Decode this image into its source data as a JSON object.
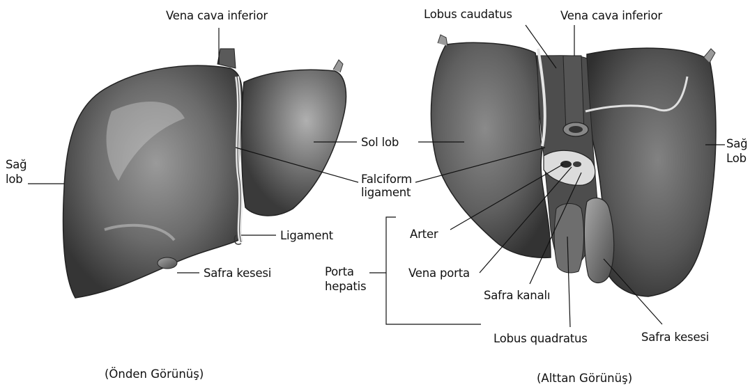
{
  "front_view": {
    "caption": "(Önden Görünüş)",
    "labels": {
      "vena_cava_inferior": "Vena cava inferior",
      "sag_lob": "Sağ\nlob",
      "sol_lob": "Sol lob",
      "falciform_ligament": "Falciform\nligament",
      "ligament": "Ligament",
      "safra_kesesi": "Safra kesesi"
    }
  },
  "bottom_view": {
    "caption": "(Alttan Görünüş)",
    "labels": {
      "lobus_caudatus": "Lobus caudatus",
      "vena_cava_inferior": "Vena cava inferior",
      "sag_lob": "Sağ\nLob",
      "arter": "Arter",
      "porta_hepatis": "Porta\nhepatis",
      "vena_porta": "Vena porta",
      "safra_kanali": "Safra kanalı",
      "lobus_quadratus": "Lobus quadratus",
      "safra_kesesi": "Safra kesesi"
    }
  },
  "colors": {
    "organ_dark": "#3f3f3f",
    "organ_mid": "#6e6e6e",
    "organ_light": "#b5b5b5",
    "leader_line": "#111111"
  }
}
